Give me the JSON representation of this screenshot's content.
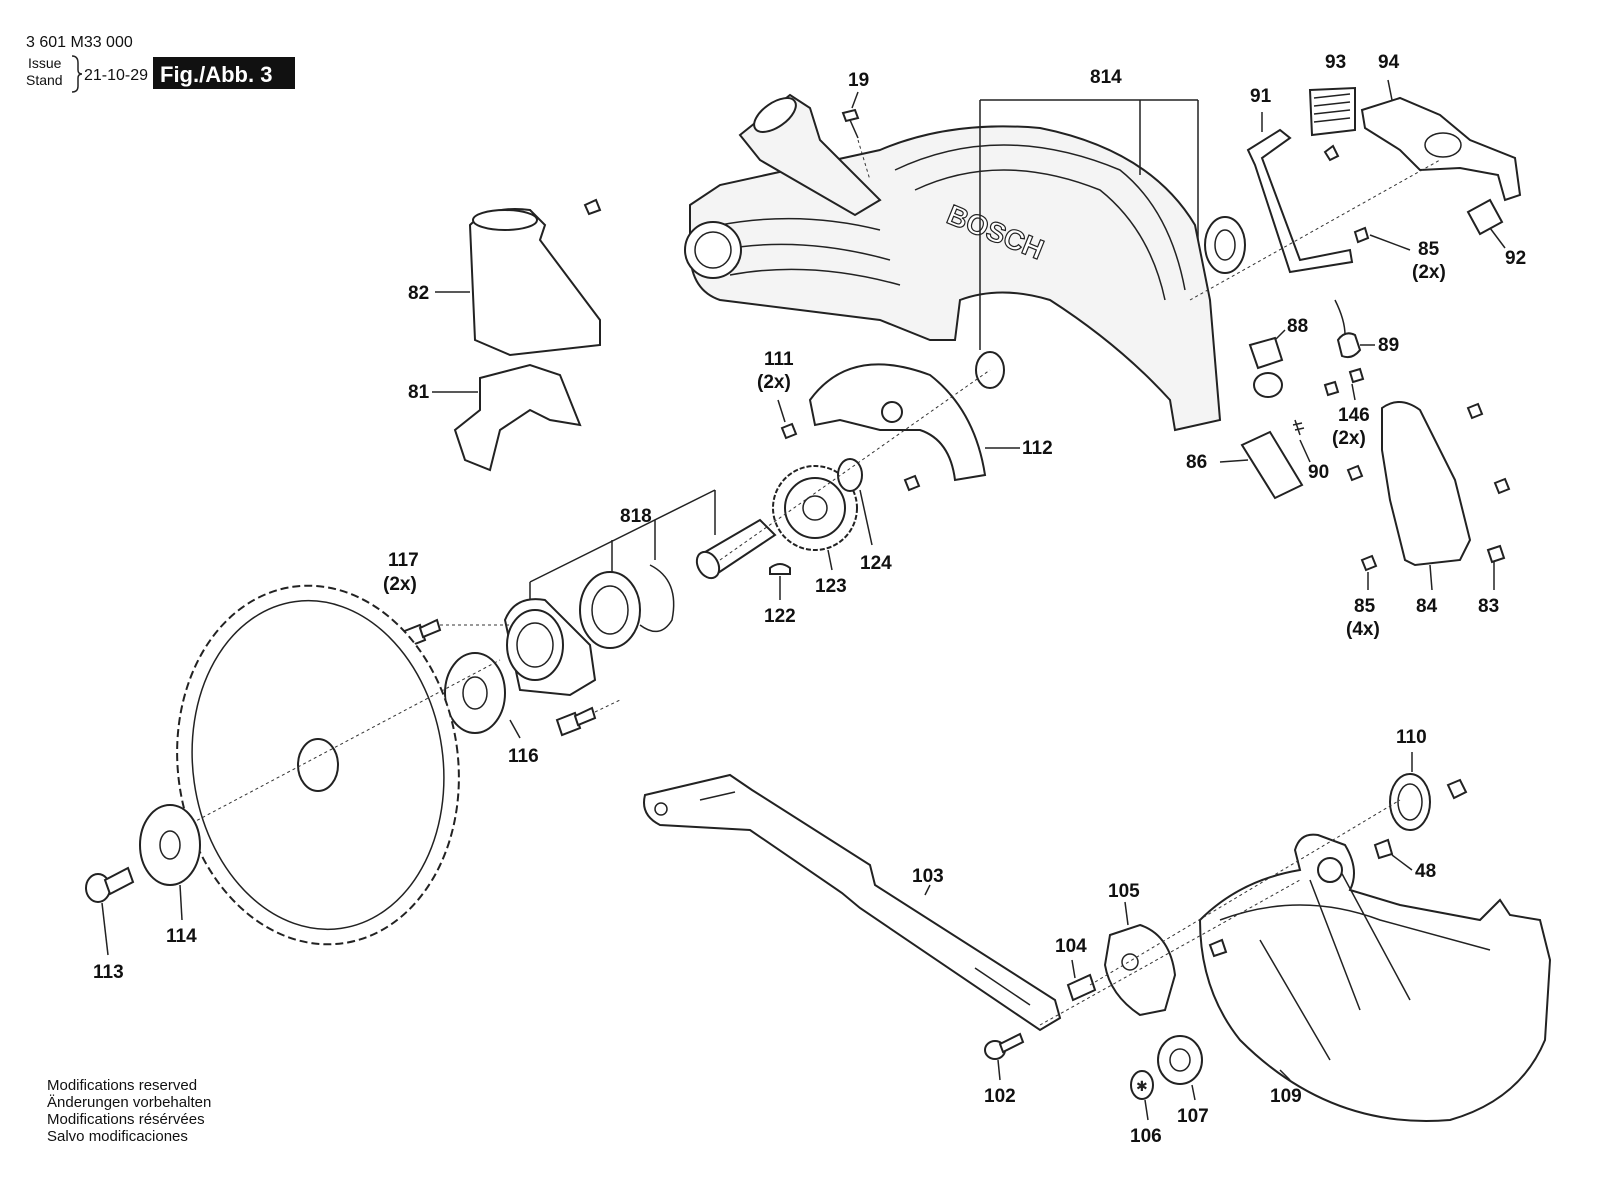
{
  "header": {
    "doc_number": "3 601 M33 000",
    "issue_label": "Issue",
    "stand_label": "Stand",
    "issue_date": "21-10-29",
    "figure_label": "Fig./Abb. 3"
  },
  "brand": {
    "logo_text": "BOSCH"
  },
  "footer": {
    "notes": [
      "Modifications reserved",
      "Änderungen vorbehalten",
      "Modifications résérvées",
      "Salvo modificaciones"
    ]
  },
  "parts": {
    "p19": "19",
    "p814": "814",
    "p91": "91",
    "p93": "93",
    "p94": "94",
    "p85a": "85",
    "p85a_qty": "(2x)",
    "p92": "92",
    "p82": "82",
    "p81": "81",
    "p88": "88",
    "p89": "89",
    "p111": "111",
    "p111_qty": "(2x)",
    "p112": "112",
    "p146": "146",
    "p146_qty": "(2x)",
    "p86": "86",
    "p90": "90",
    "p818": "818",
    "p117": "117",
    "p117_qty": "(2x)",
    "p124": "124",
    "p123": "123",
    "p122": "122",
    "p85b": "85",
    "p85b_qty": "(4x)",
    "p84": "84",
    "p83": "83",
    "p116": "116",
    "p110": "110",
    "p48": "48",
    "p103": "103",
    "p105": "105",
    "p104": "104",
    "p113": "113",
    "p114": "114",
    "p102": "102",
    "p109": "109",
    "p107": "107",
    "p106": "106"
  },
  "colors": {
    "line": "#222222",
    "figure_box": "#111111",
    "background": "#ffffff"
  }
}
